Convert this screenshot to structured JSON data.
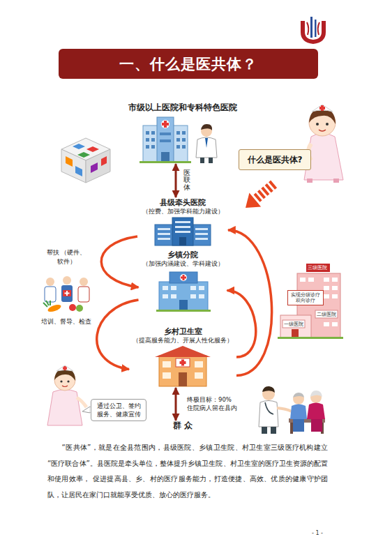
{
  "diagram": {
    "title": "一、什么是医共体？",
    "caption": "“医共体”，就是在全县范围内，县级医院、乡镇卫生院、村卫生室三级医疗机构建立“医疗联合体”。县医院是牵头单位，整体提升乡镇卫生院、村卫生室的医疗卫生资源的配置和使用效率， 促进提高县、乡、村的医疗服务能力，打造便捷、高效、优质的健康守护团队，让居民在家门口就能享受优质、放心的医疗服务。",
    "nodes": [
      {
        "text": [
          "市级以上医院和专科特色医院"
        ]
      },
      {
        "text": [
          "什么是医共体?"
        ]
      },
      {
        "text": [
          "县级牵头医院",
          "（控费、加强学科能力建设）"
        ]
      },
      {
        "text": [
          "乡镇分院",
          "（加强内涵建设、学科建设）"
        ]
      },
      {
        "text": [
          "实现分级诊疗 双向诊疗"
        ]
      },
      {
        "text": [
          "乡村卫生室",
          "（提高服务能力、开展人性化服务）"
        ]
      },
      {
        "text": [
          "通过公卫、签约 服务、健康宣传"
        ]
      },
      {
        "text": [
          "群 众"
        ]
      }
    ],
    "edges": [
      {
        "from": 0,
        "to": 2,
        "arrow": "both",
        "label": "医联体"
      },
      {
        "from": 2,
        "to": 3,
        "arrow": "to",
        "label": "帮扶 （硬件、软件）"
      },
      {
        "from": 3,
        "to": 5,
        "arrow": "to",
        "label": "培训、督导、检查"
      },
      {
        "from": 5,
        "to": 3,
        "arrow": "to"
      },
      {
        "from": 5,
        "to": 2,
        "arrow": "to"
      },
      {
        "from": 5,
        "to": 7,
        "arrow": "both",
        "label": "终极目标：90% 住院病人留在县内"
      }
    ],
    "labels": [
      "三级医院",
      "二级医院",
      "一级医院",
      "- 1 -"
    ]
  }
}
